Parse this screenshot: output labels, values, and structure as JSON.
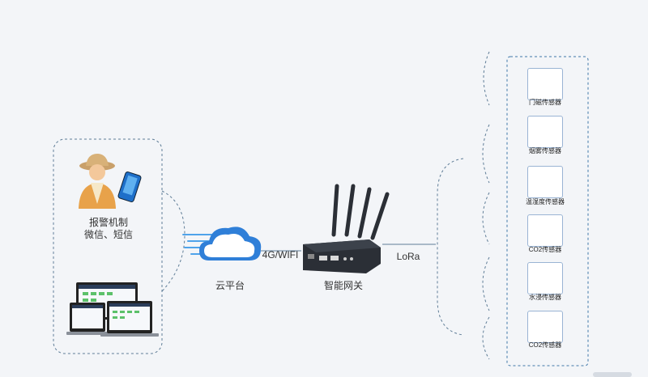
{
  "alarm": {
    "line1": "报警机制",
    "line2": "微信、短信"
  },
  "cloud_label": "云平台",
  "link_4g": "4G/WIFI",
  "gateway_label": "智能网关",
  "lora_label": "LoRa",
  "sensors": [
    "门磁传感器",
    "烟雾传感器",
    "温湿度传感器",
    "CO2传感器",
    "水浸传感器",
    "CO2传感器"
  ],
  "colors": {
    "dashed": "#5f7d97",
    "cloud": "#2f7fd8",
    "device": "#2b2f36",
    "person": "#e8a24a"
  }
}
